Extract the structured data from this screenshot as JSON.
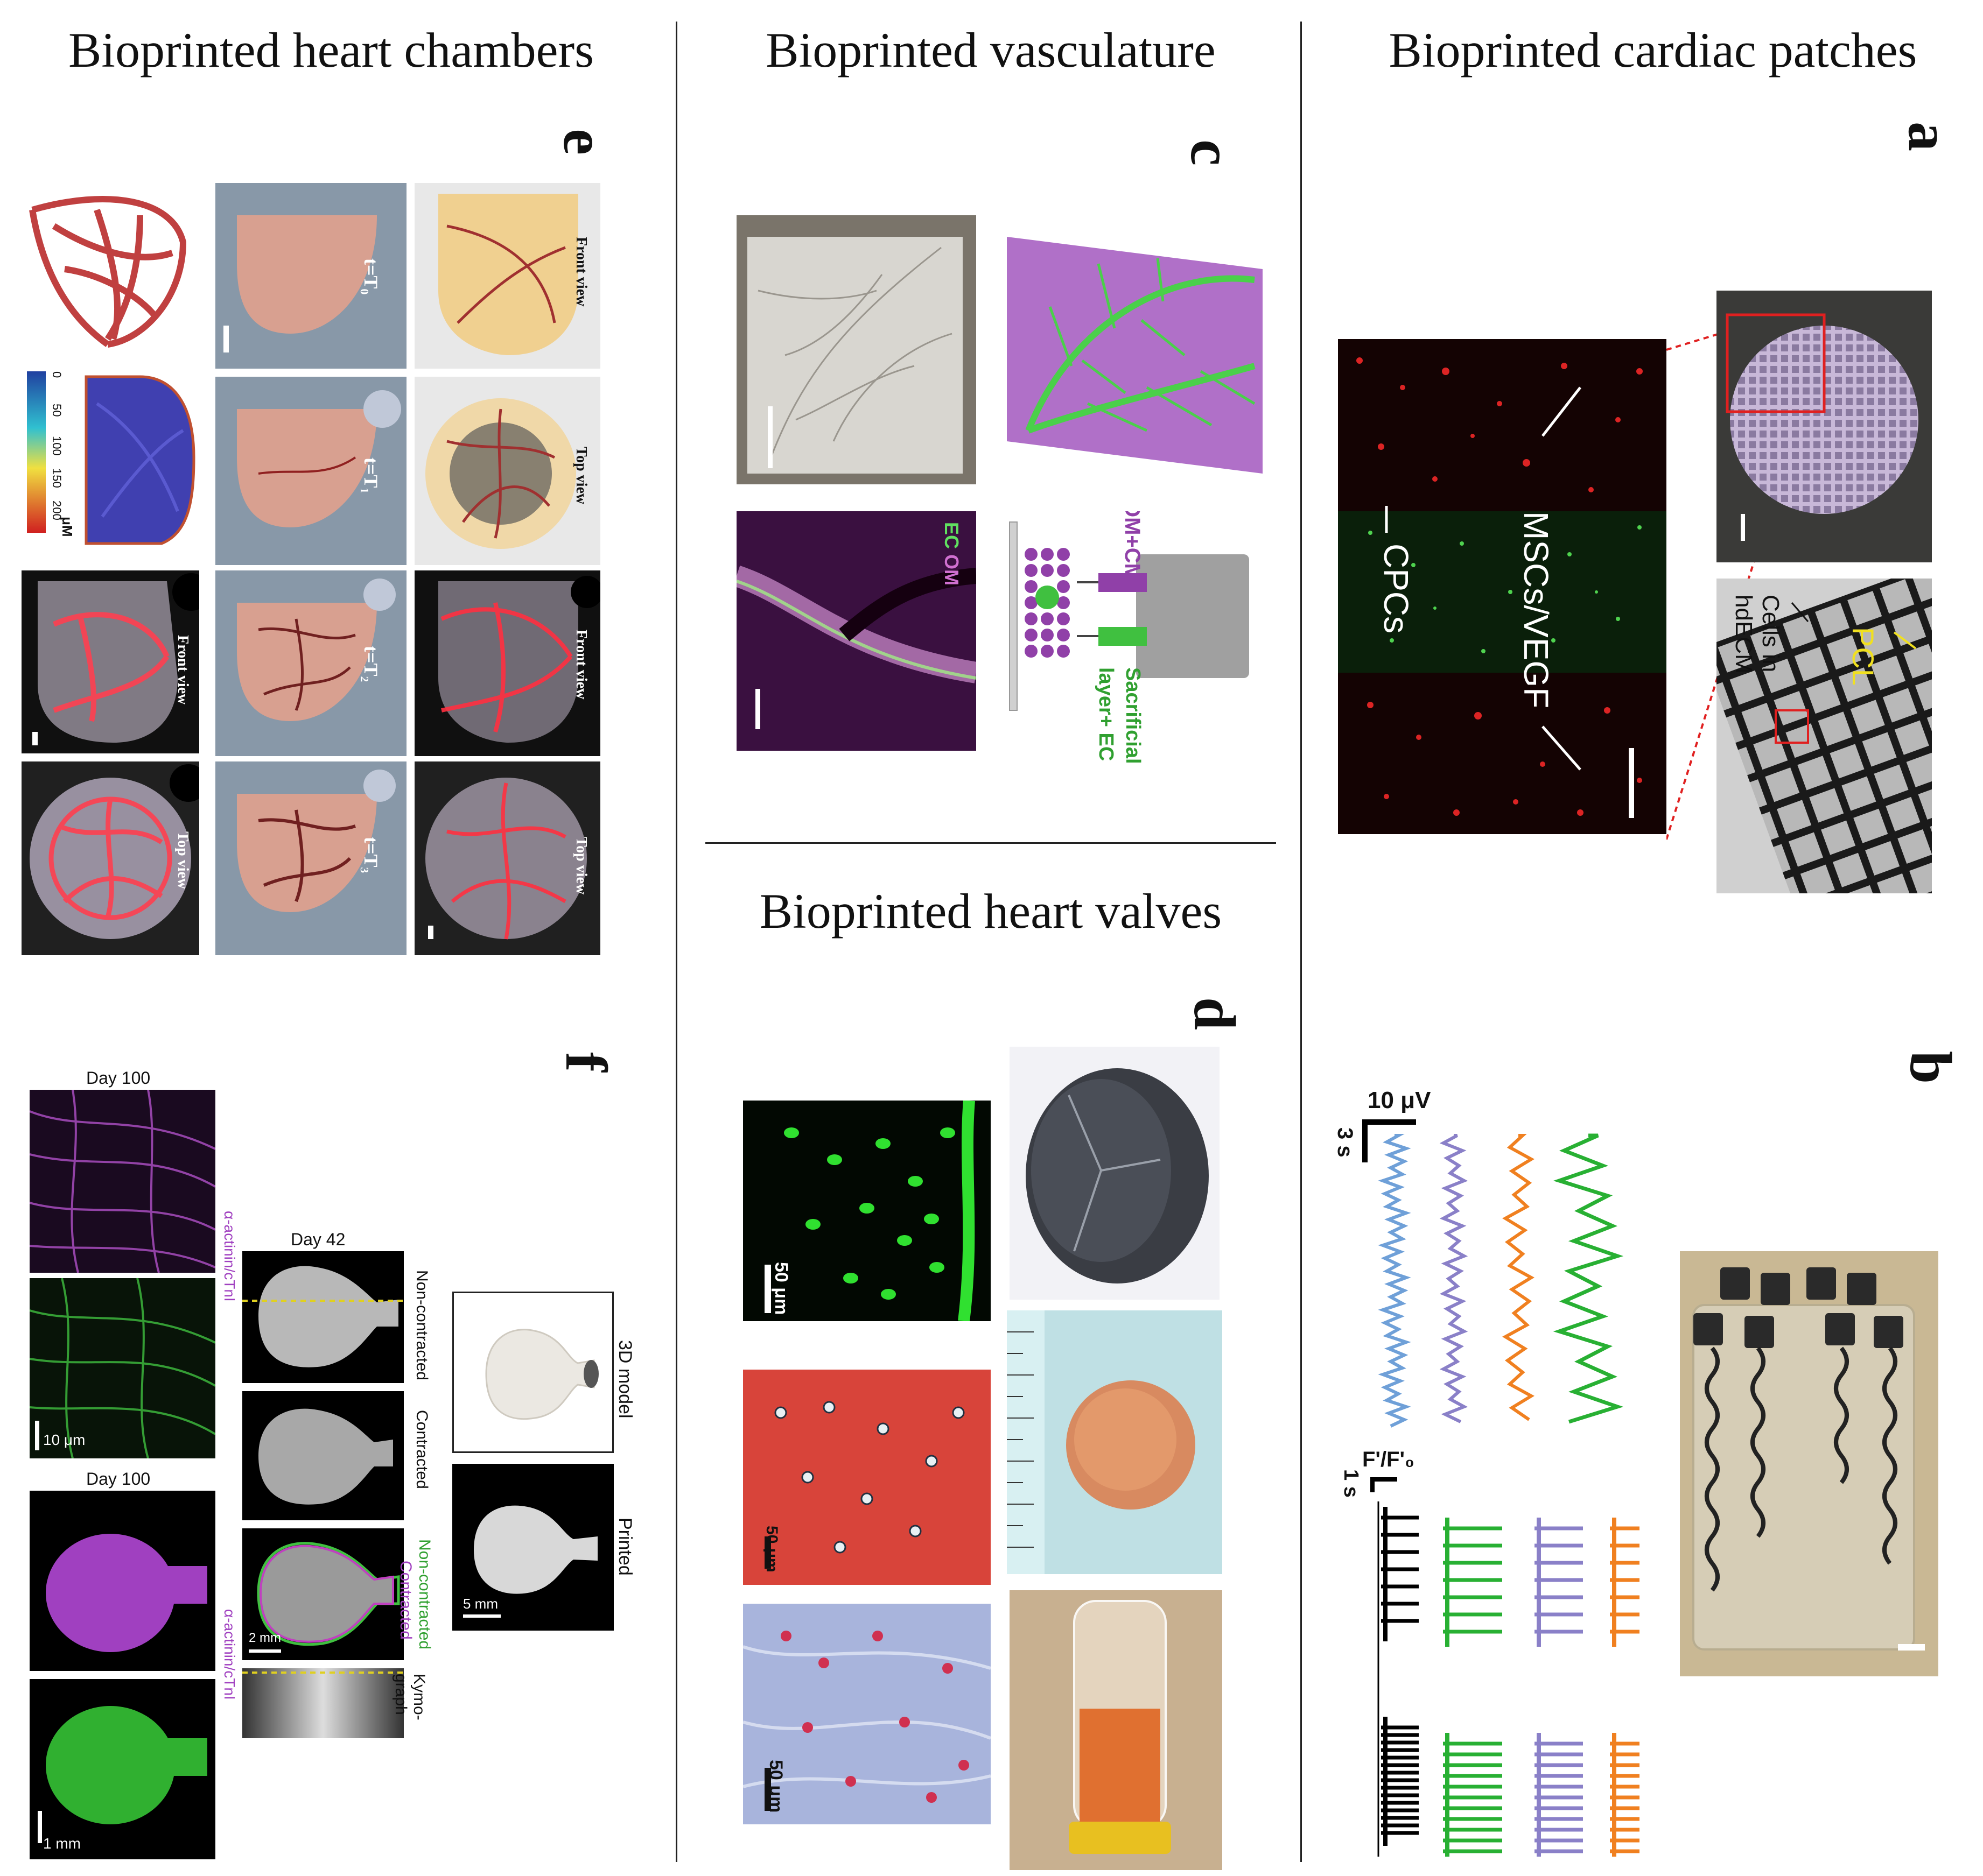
{
  "titles": {
    "chambers": "Bioprinted heart chambers",
    "vasculature": "Bioprinted vasculature",
    "patches": "Bioprinted cardiac patches",
    "valves": "Bioprinted heart valves"
  },
  "letters": {
    "a": "a",
    "b": "b",
    "c": "c",
    "d": "d",
    "e": "e",
    "f": "f"
  },
  "panel_a": {
    "cpcs": "CPCs",
    "mscs": "MSCs/VEGF",
    "cells": "Cells in",
    "hdecm": "hdECM",
    "pcl": "PCL"
  },
  "panel_b": {
    "scale_uv": "10 μV",
    "scale_3s": "3 s",
    "scale_ff": "F'/F'₀",
    "scale_1s": "1 s"
  },
  "panel_c": {
    "ec": "EC",
    "om": "OM",
    "omcm": "OM+CM",
    "sacrificial": "Sacrificial",
    "layer": "layer+ EC"
  },
  "panel_d": {
    "s1": "50 μm",
    "s2": "50 μm",
    "s3": "50 μm"
  },
  "panel_e": {
    "front1": "Front view",
    "top1": "Top view",
    "front2": "Front view",
    "top2": "Top view",
    "front3": "Front view",
    "top3": "Top view",
    "t0": "t=T₀",
    "t1": "t=T₁",
    "t2": "t=T₂",
    "t3": "t=T₃",
    "cbar_unit": "μM",
    "cbar_ticks": [
      "0",
      "50",
      "100",
      "150",
      "200"
    ]
  },
  "panel_f": {
    "day100a": "Day 100",
    "day100b": "Day 100",
    "day42": "Day 42",
    "actinin1": "α-actinin/cTnI",
    "actinin2": "α-actinin/cTnI",
    "scale10": "10 μm",
    "scale1mm": "1 mm",
    "scale2mm": "2 mm",
    "scale5mm": "5 mm",
    "noncontracted": "Non-contracted",
    "contracted": "Contracted",
    "noncontracted2": "Non-contracted",
    "contracted2": "Contracted",
    "kymograph": "Kymo-graph",
    "model3d": "3D model",
    "printed": "Printed"
  },
  "colors": {
    "red": "#e0202a",
    "green": "#28b033",
    "purple": "#a060c0",
    "blue": "#6fa0d8",
    "orange": "#f08020",
    "violet": "#8a80c8"
  }
}
